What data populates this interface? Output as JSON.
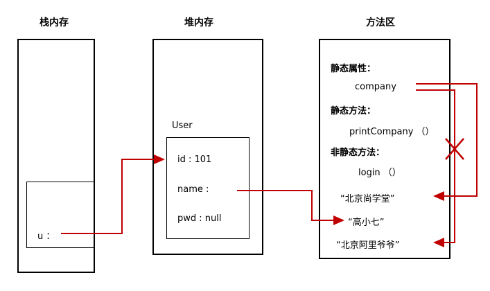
{
  "titles": {
    "stack": "栈内存",
    "heap": "堆内存",
    "method_area": "方法区"
  },
  "stack": {
    "variable": "u ："
  },
  "heap": {
    "object_type": "User",
    "fields": [
      "id : 101",
      "name :",
      "pwd : null"
    ]
  },
  "method_area": {
    "static_attr_heading": "静态属性：",
    "static_attr_item": "company",
    "static_method_heading": "静态方法：",
    "static_method_item": "printCompany （）",
    "instance_method_heading": "非静态方法：",
    "instance_method_item": "login （）",
    "strings": [
      "“北京尚学堂”",
      "“高小七”",
      "“北京阿里爷爷”"
    ]
  },
  "connections": [
    {
      "from": "u",
      "to": "User object",
      "crossed_out": false
    },
    {
      "from": "name",
      "to": "“高小七”",
      "crossed_out": false
    },
    {
      "from": "company",
      "to": "“北京尚学堂”",
      "crossed_out": false
    },
    {
      "from": "company",
      "to": "“北京阿里爷爷”",
      "crossed_out": true
    }
  ],
  "colors": {
    "arrow": "#c00000",
    "border": "#000000",
    "background": "#ffffff"
  }
}
